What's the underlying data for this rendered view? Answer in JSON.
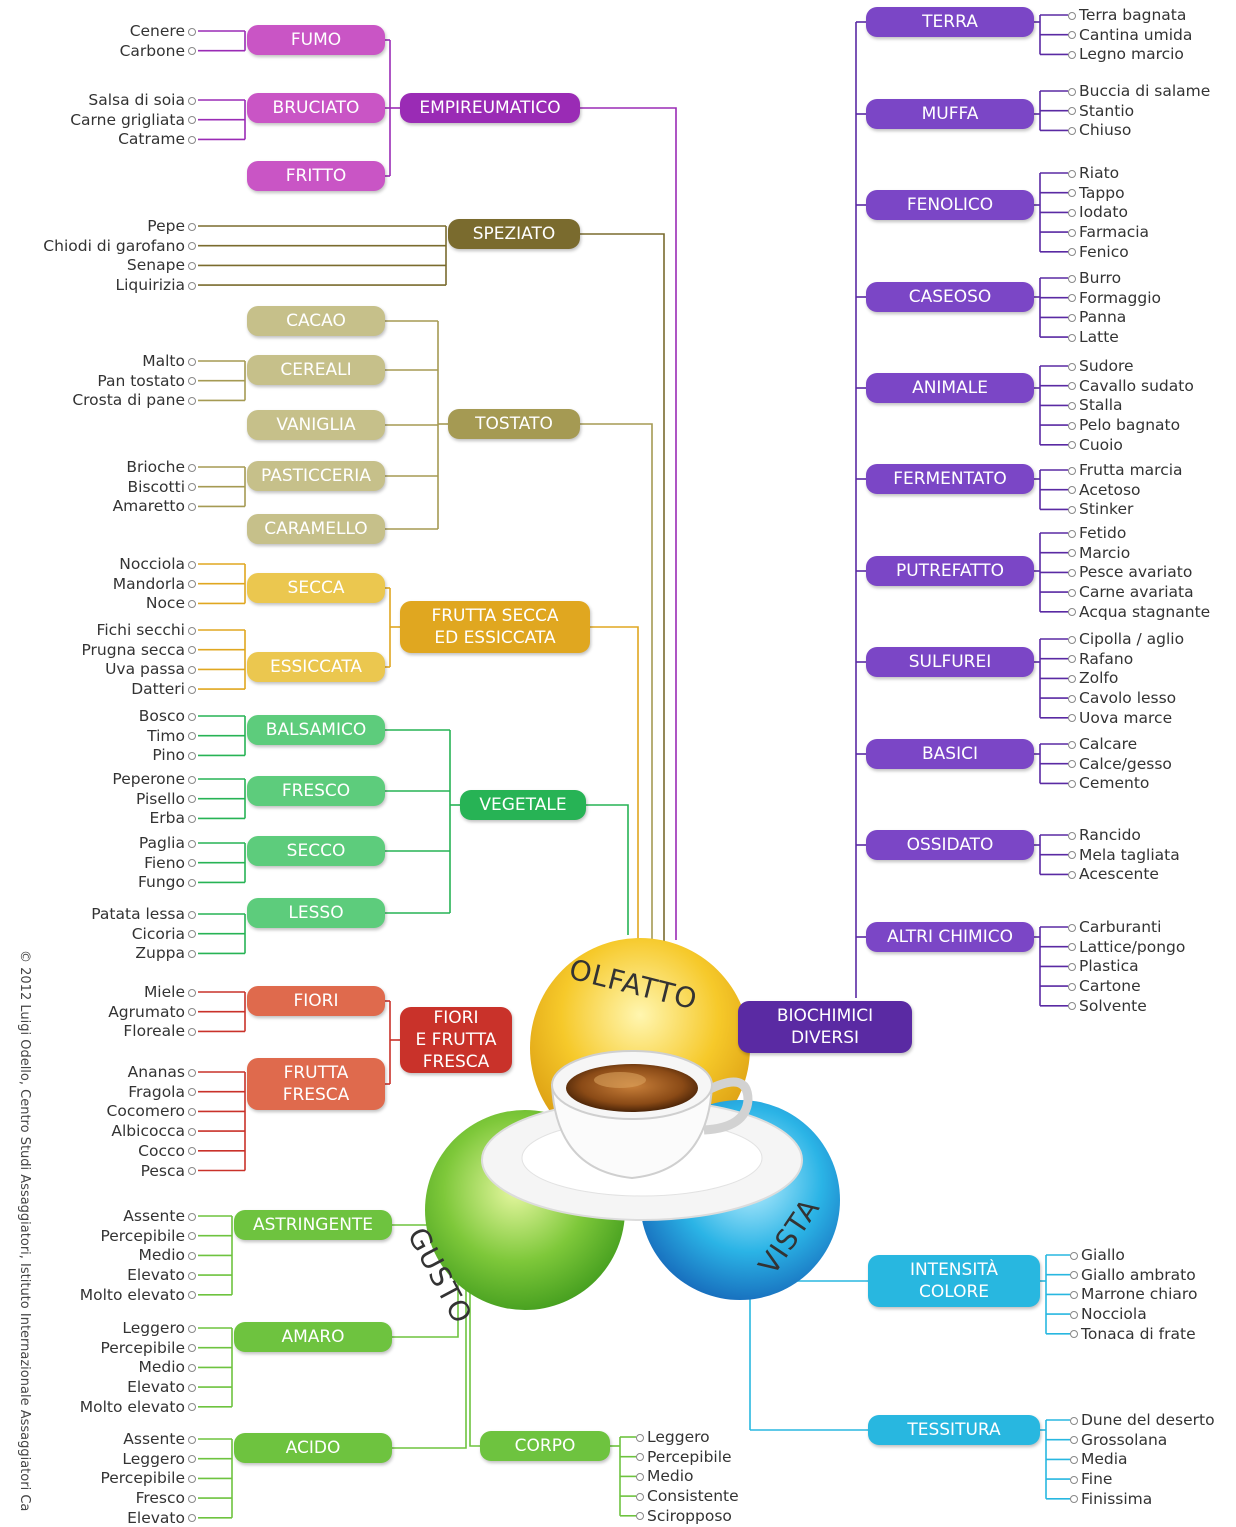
{
  "center": {
    "olfatto": "OLFATTO",
    "gusto": "GUSTO",
    "vista": "VISTA"
  },
  "copyright": "© 2012 Luigi Odello, Centro Studi Assaggiatori, Istituto Internazionale Assaggiatori Ca",
  "colors": {
    "fumo": "#c955c5",
    "empireumatico": "#9a2bb5",
    "speziato": "#7a6b2e",
    "tostato": "#a59a53",
    "tostato_sub": "#c6c08a",
    "frutta_secca": "#e0a720",
    "frutta_secca_sub": "#ebc74f",
    "vegetale": "#27b355",
    "vegetale_sub": "#5dcc7c",
    "fiori_frutta": "#c9322a",
    "fiori_sub": "#df6a4d",
    "gusto": "#6ec33f",
    "biochimici": "#5a2aa3",
    "biochimici_sub": "#7b46c6",
    "vista": "#28b7e0"
  },
  "olfatto_left": [
    {
      "label": "EMPIREUMATICO",
      "children": [
        {
          "label": "FUMO",
          "leaves": [
            "Cenere",
            "Carbone"
          ]
        },
        {
          "label": "BRUCIATO",
          "leaves": [
            "Salsa di soia",
            "Carne grigliata",
            "Catrame"
          ]
        },
        {
          "label": "FRITTO",
          "leaves": []
        }
      ]
    },
    {
      "label": "SPEZIATO",
      "leaves": [
        "Pepe",
        "Chiodi di garofano",
        "Senape",
        "Liquirizia"
      ]
    },
    {
      "label": "TOSTATO",
      "children": [
        {
          "label": "CACAO",
          "leaves": []
        },
        {
          "label": "CEREALI",
          "leaves": [
            "Malto",
            "Pan tostato",
            "Crosta di pane"
          ]
        },
        {
          "label": "VANIGLIA",
          "leaves": []
        },
        {
          "label": "PASTICCERIA",
          "leaves": [
            "Brioche",
            "Biscotti",
            "Amaretto"
          ]
        },
        {
          "label": "CARAMELLO",
          "leaves": []
        }
      ]
    },
    {
      "label": "FRUTTA SECCA ED ESSICCATA",
      "lines": [
        "FRUTTA SECCA",
        "ED ESSICCATA"
      ],
      "children": [
        {
          "label": "SECCA",
          "leaves": [
            "Nocciola",
            "Mandorla",
            "Noce"
          ]
        },
        {
          "label": "ESSICCATA",
          "leaves": [
            "Fichi secchi",
            "Prugna secca",
            "Uva passa",
            "Datteri"
          ]
        }
      ]
    },
    {
      "label": "VEGETALE",
      "children": [
        {
          "label": "BALSAMICO",
          "leaves": [
            "Bosco",
            "Timo",
            "Pino"
          ]
        },
        {
          "label": "FRESCO",
          "leaves": [
            "Peperone",
            "Pisello",
            "Erba"
          ]
        },
        {
          "label": "SECCO",
          "leaves": [
            "Paglia",
            "Fieno",
            "Fungo"
          ]
        },
        {
          "label": "LESSO",
          "leaves": [
            "Patata lessa",
            "Cicoria",
            "Zuppa"
          ]
        }
      ]
    },
    {
      "label": "FIORI E FRUTTA FRESCA",
      "lines": [
        "FIORI",
        "E FRUTTA",
        "FRESCA"
      ],
      "children": [
        {
          "label": "FIORI",
          "leaves": [
            "Miele",
            "Agrumato",
            "Floreale"
          ]
        },
        {
          "label": "FRUTTA FRESCA",
          "lines": [
            "FRUTTA",
            "FRESCA"
          ],
          "leaves": [
            "Ananas",
            "Fragola",
            "Cocomero",
            "Albicocca",
            "Cocco",
            "Pesca"
          ]
        }
      ]
    }
  ],
  "biochimici": {
    "label": "BIOCHIMICI DIVERSI",
    "lines": [
      "BIOCHIMICI",
      "DIVERSI"
    ],
    "children": [
      {
        "label": "TERRA",
        "leaves": [
          "Terra bagnata",
          "Cantina umida",
          "Legno marcio"
        ]
      },
      {
        "label": "MUFFA",
        "leaves": [
          "Buccia di salame",
          "Stantio",
          "Chiuso"
        ]
      },
      {
        "label": "FENOLICO",
        "leaves": [
          "Riato",
          "Tappo",
          "Iodato",
          "Farmacia",
          "Fenico"
        ]
      },
      {
        "label": "CASEOSO",
        "leaves": [
          "Burro",
          "Formaggio",
          "Panna",
          "Latte"
        ]
      },
      {
        "label": "ANIMALE",
        "leaves": [
          "Sudore",
          "Cavallo sudato",
          "Stalla",
          "Pelo bagnato",
          "Cuoio"
        ]
      },
      {
        "label": "FERMENTATO",
        "leaves": [
          "Frutta marcia",
          "Acetoso",
          "Stinker"
        ]
      },
      {
        "label": "PUTREFATTO",
        "leaves": [
          "Fetido",
          "Marcio",
          "Pesce avariato",
          "Carne avariata",
          "Acqua stagnante"
        ]
      },
      {
        "label": "SULFUREI",
        "leaves": [
          "Cipolla / aglio",
          "Rafano",
          "Zolfo",
          "Cavolo lesso",
          "Uova marce"
        ]
      },
      {
        "label": "BASICI",
        "leaves": [
          "Calcare",
          "Calce/gesso",
          "Cemento"
        ]
      },
      {
        "label": "OSSIDATO",
        "leaves": [
          "Rancido",
          "Mela tagliata",
          "Acescente"
        ]
      },
      {
        "label": "ALTRI CHIMICO",
        "leaves": [
          "Carburanti",
          "Lattice/pongo",
          "Plastica",
          "Cartone",
          "Solvente"
        ]
      }
    ]
  },
  "gusto": [
    {
      "label": "ASTRINGENTE",
      "leaves": [
        "Assente",
        "Percepibile",
        "Medio",
        "Elevato",
        "Molto elevato"
      ]
    },
    {
      "label": "AMARO",
      "leaves": [
        "Leggero",
        "Percepibile",
        "Medio",
        "Elevato",
        "Molto elevato"
      ]
    },
    {
      "label": "ACIDO",
      "leaves": [
        "Assente",
        "Leggero",
        "Percepibile",
        "Fresco",
        "Elevato"
      ]
    },
    {
      "label": "CORPO",
      "leaves": [
        "Leggero",
        "Percepibile",
        "Medio",
        "Consistente",
        "Sciropposo"
      ]
    }
  ],
  "vista": [
    {
      "label": "INTENSITÀ COLORE",
      "lines": [
        "INTENSITÀ",
        "COLORE"
      ],
      "leaves": [
        "Giallo",
        "Giallo ambrato",
        "Marrone chiaro",
        "Nocciola",
        "Tonaca di frate"
      ]
    },
    {
      "label": "TESSITURA",
      "leaves": [
        "Dune del deserto",
        "Grossolana",
        "Media",
        "Fine",
        "Finissima"
      ]
    }
  ]
}
